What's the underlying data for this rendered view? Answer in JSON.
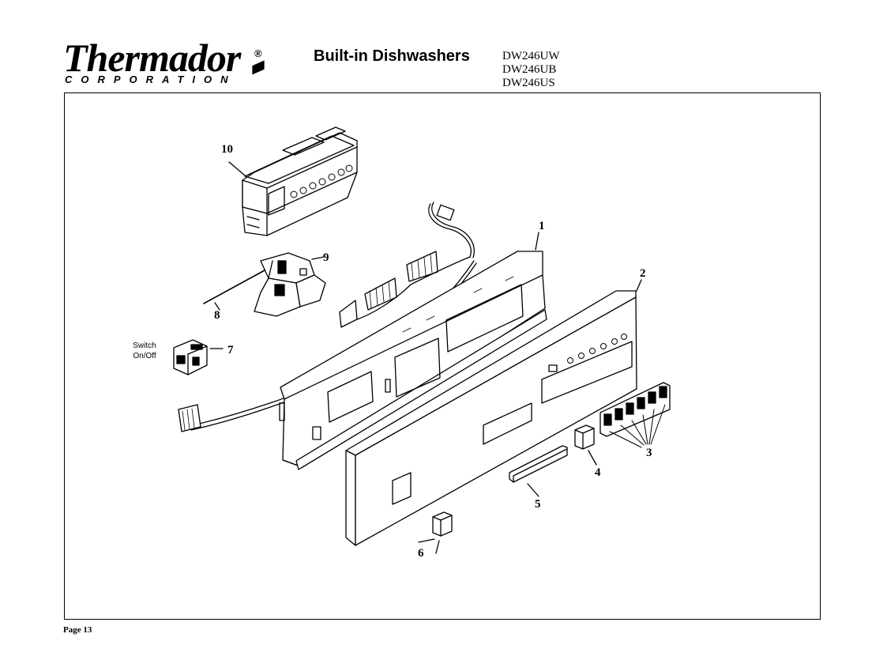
{
  "header": {
    "brand": "Thermador",
    "brand_mark": "®",
    "corporation": "CORPORATION",
    "title": "Built-in Dishwashers",
    "models": [
      "DW246UW",
      "DW246UB",
      "DW246US"
    ]
  },
  "callouts": {
    "p1": "1",
    "p2": "2",
    "p3": "3",
    "p4": "4",
    "p5": "5",
    "p6": "6",
    "p7": "7",
    "p8": "8",
    "p9": "9",
    "p10": "10"
  },
  "switch_label": [
    "Switch",
    "On/Off"
  ],
  "footer": {
    "page": "Page 13"
  }
}
